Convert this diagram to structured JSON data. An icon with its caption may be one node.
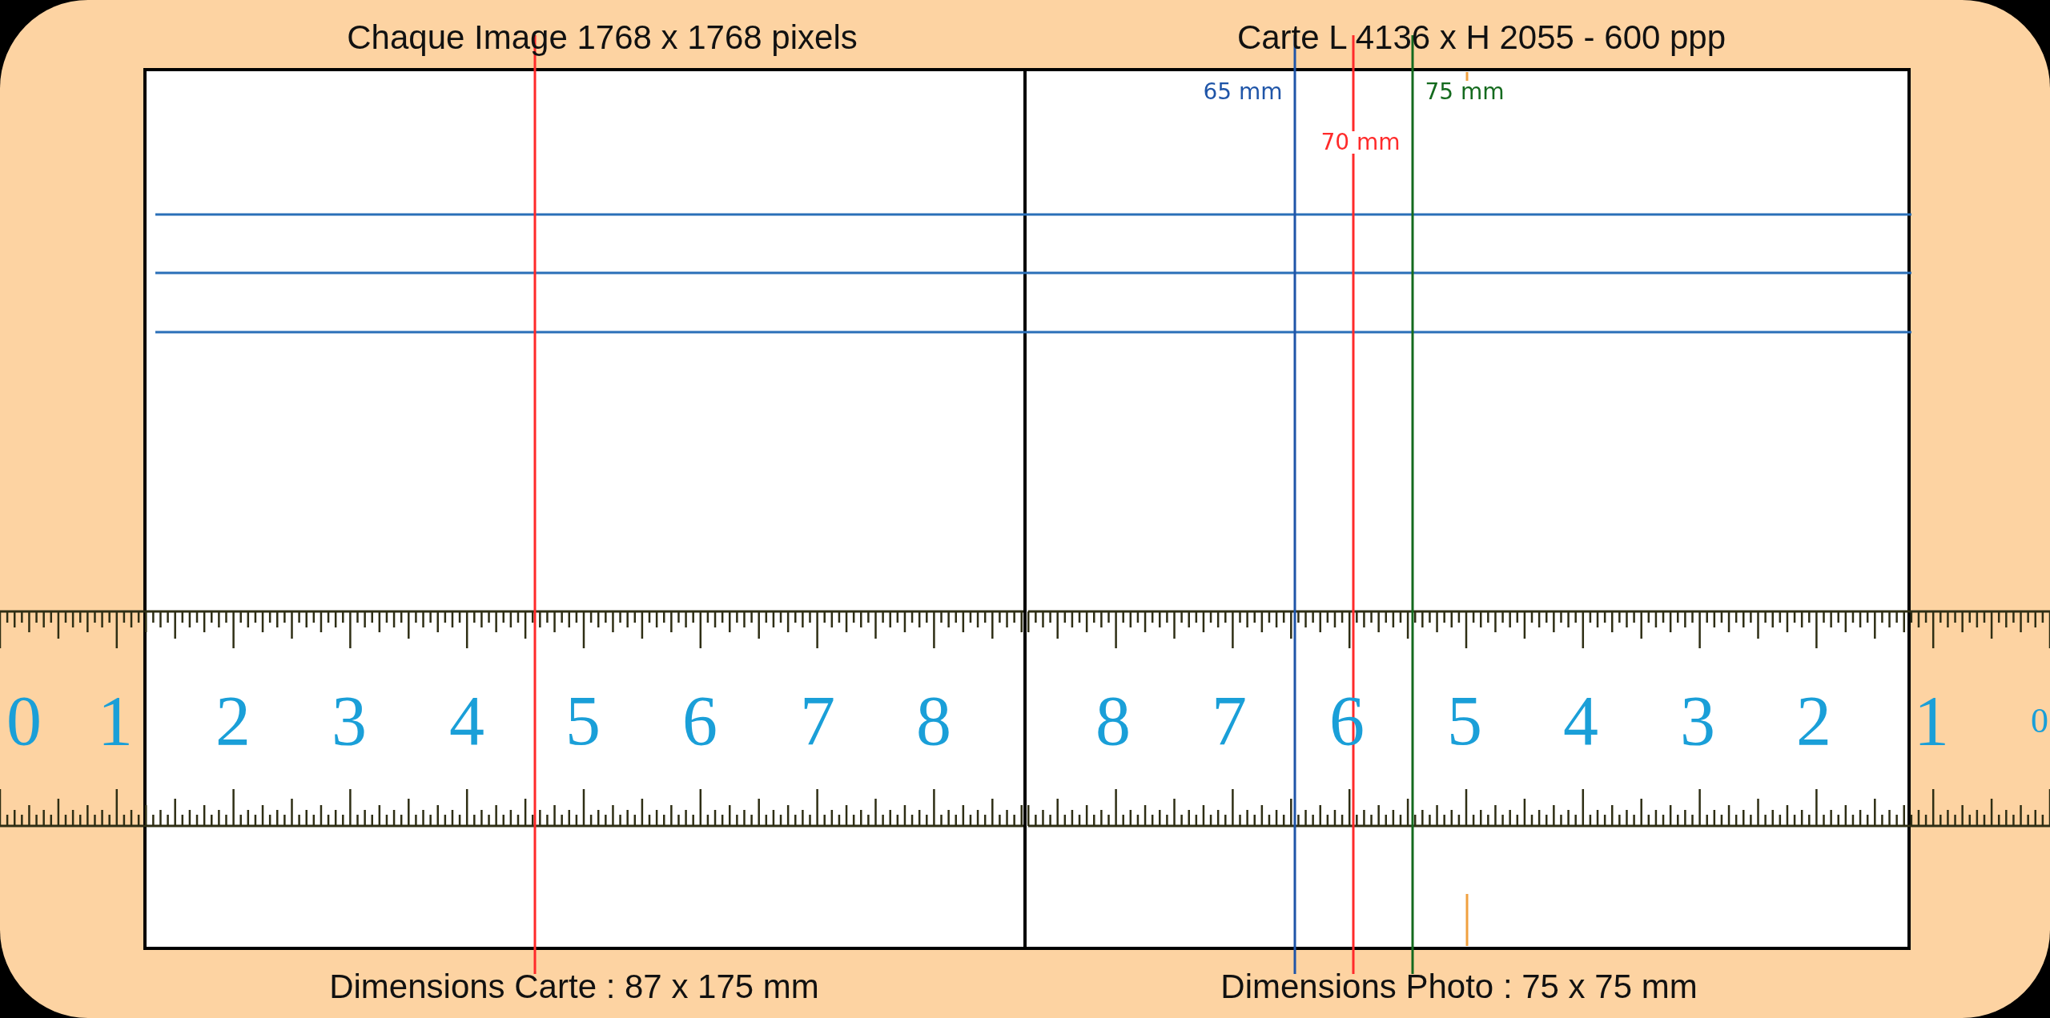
{
  "diagram": {
    "labels": [
      "Chaque Image 1768 x 1768 pixels",
      "Carte L 4136 x H 2055 - 600 ppp",
      "65 mm",
      "75 mm",
      "70 mm",
      "0",
      "1",
      "2",
      "3",
      "4",
      "5",
      "6",
      "7",
      "8",
      "8",
      "7",
      "6",
      "5",
      "4",
      "3",
      "2",
      "1",
      "0",
      "Dimensions Carte : 87 x 175 mm",
      "Dimensions Photo : 75 x 75 mm"
    ]
  }
}
